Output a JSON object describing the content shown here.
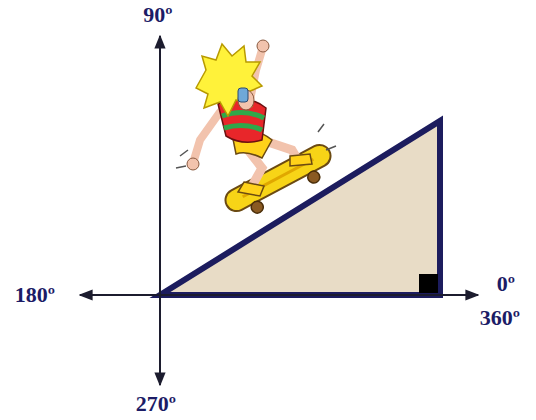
{
  "diagram": {
    "labels": [
      "90º",
      "180º",
      "0º",
      "360º",
      "270º"
    ]
  }
}
